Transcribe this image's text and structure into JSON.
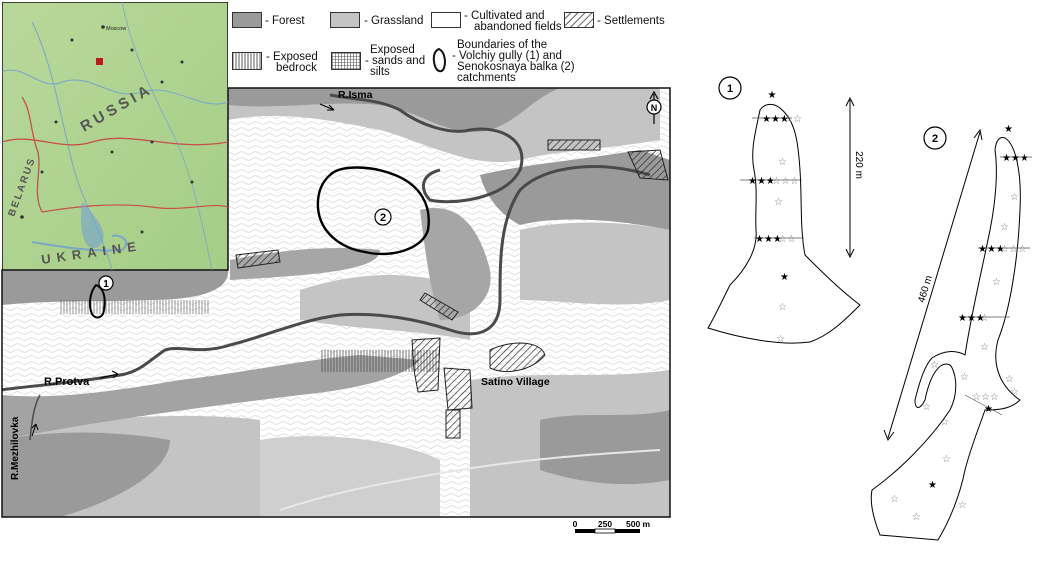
{
  "legend": {
    "forest": "- Forest",
    "grassland": "- Grassland",
    "cultivated_line1": "- Cultivated and",
    "cultivated_line2": "abandoned fields",
    "settlements": "- Settlements",
    "bedrock_line1": "- Exposed",
    "bedrock_line2": "bedrock",
    "sands_line1": "Exposed",
    "sands_line2": "- sands and",
    "sands_line3": "silts",
    "boundary_line1": "Boundaries of the",
    "boundary_line2": "- Volchiy gully (1) and",
    "boundary_line3": "Senokosnaya balka (2)",
    "boundary_line4": "catchments"
  },
  "labels": {
    "river_isma": "R.Isma",
    "river_protva": "R.Protva",
    "river_mezhilovka": "R.Mezhilovka",
    "village": "Satino Village",
    "north": "N",
    "catchment_1": "1",
    "catchment_2": "2"
  },
  "inset": {
    "country": "RUSSIA",
    "country_south": "UKRAINE",
    "country_west": "BELARUS",
    "moscow": "Moscow"
  },
  "scale_bar": {
    "tick_0": "0",
    "tick_250": "250",
    "tick_500": "500 m"
  },
  "diagram1": {
    "number": "1",
    "length": "220 m"
  },
  "diagram2": {
    "number": "2",
    "length": "460 m"
  },
  "colors": {
    "forest": "#9a9a9a",
    "grassland": "#c4c4c4",
    "fields": "#ffffff",
    "river": "#4a4a4a",
    "inset_land": "#a9cf8c",
    "inset_border": "#c8504a"
  }
}
